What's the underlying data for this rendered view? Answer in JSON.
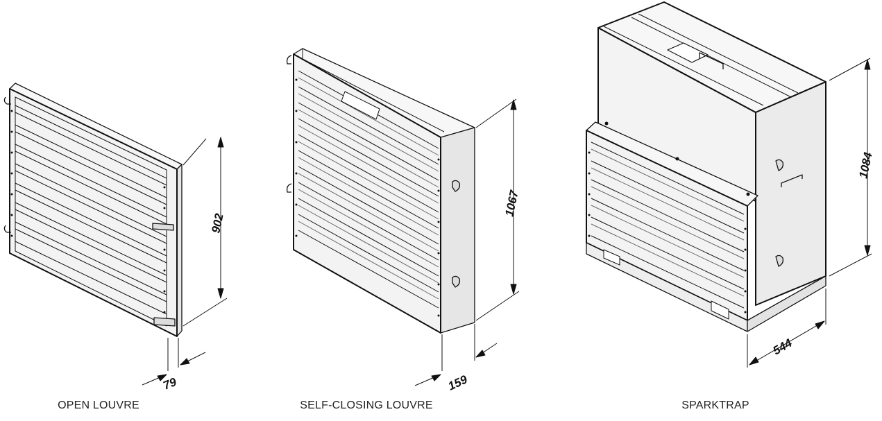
{
  "products": [
    {
      "caption": "OPEN LOUVRE",
      "height_dim": "902",
      "depth_dim": "79"
    },
    {
      "caption": "SELF-CLOSING LOUVRE",
      "height_dim": "1067",
      "depth_dim": "159"
    },
    {
      "caption": "SPARKTRAP",
      "height_dim": "1084",
      "depth_dim": "544"
    }
  ],
  "colors": {
    "line": "#111111",
    "face": "#f3f3f3",
    "side": "#e9e9e9",
    "top": "#f7f7f7"
  }
}
